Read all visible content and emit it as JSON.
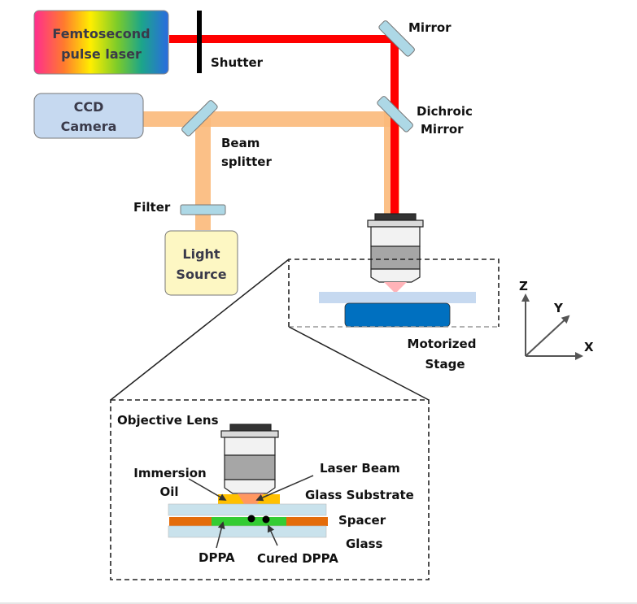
{
  "diagram": {
    "title": "Femtosecond laser direct writing setup",
    "components": {
      "laser": {
        "line1": "Femtosecond",
        "line2": "pulse laser"
      },
      "shutter": "Shutter",
      "mirror": "Mirror",
      "dichroic_mirror": {
        "line1": "Dichroic",
        "line2": "Mirror"
      },
      "ccd_camera": {
        "line1": "CCD",
        "line2": "Camera"
      },
      "beam_splitter": {
        "line1": "Beam",
        "line2": "splitter"
      },
      "filter": "Filter",
      "light_source": {
        "line1": "Light",
        "line2": "Source"
      },
      "motorized_stage": {
        "line1": "Motorized",
        "line2": "Stage"
      }
    },
    "axes": {
      "z": "Z",
      "y": "Y",
      "x": "X"
    },
    "inset": {
      "objective_lens": "Objective Lens",
      "immersion_oil": {
        "line1": "Immersion",
        "line2": "Oil"
      },
      "laser_beam": "Laser Beam",
      "glass_substrate": "Glass Substrate",
      "spacer": "Spacer",
      "glass": "Glass",
      "dppa": "DPPA",
      "cured_dppa": "Cured DPPA"
    },
    "colors": {
      "laser_beam": "#ff0000",
      "illumination_beam": "#fbb97a",
      "optic": "#add8e6",
      "ccd_fill": "#c6d9f0",
      "light_source_fill": "#fdf7c3",
      "stage": "#0070c0",
      "oil": "#ffc000",
      "spacer": "#e46c0a",
      "dppa": "#33cc33"
    }
  }
}
